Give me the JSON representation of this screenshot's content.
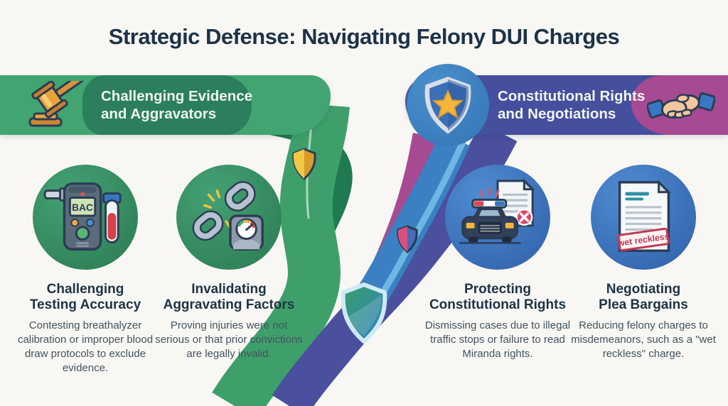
{
  "title": "Strategic Defense: Navigating Felony DUI Charges",
  "sections": [
    {
      "id": "evidence",
      "line1": "Challenging Evidence",
      "line2": "and Aggravators",
      "icon_left": "gavel-icon",
      "icon_right": "magnifying-glass-icon",
      "banner_color": "#41a471",
      "banner_dark_color": "#2b7f5d"
    },
    {
      "id": "rights",
      "line1": "Constitutional Rights",
      "line2": "and Negotiations",
      "icon_left": "shield-star-icon",
      "icon_right": "handshake-icon",
      "banner_color": "#454f9d",
      "banner_accent_color": "#a54a93",
      "badge_circle_color": "#3d82c4"
    }
  ],
  "cards": [
    {
      "heading_line1": "Challenging",
      "heading_line2": "Testing Accuracy",
      "body": "Contesting breathalyzer calibration or improper blood draw protocols to exclude evidence.",
      "icon": "breathalyzer-blood-vial-icon",
      "device_label": "BAC",
      "circle_color": "#35895c"
    },
    {
      "heading_line1": "Invalidating",
      "heading_line2": "Aggravating Factors",
      "body": "Proving injuries were not serious or that prior convictions are legally invalid.",
      "icon": "broken-chain-scale-icon",
      "circle_color": "#35895c"
    },
    {
      "heading_line1": "Protecting",
      "heading_line2": "Constitutional Rights",
      "body": "Dismissing cases due to illegal traffic stops or failure to read Miranda rights.",
      "icon": "police-car-document-icon",
      "circle_color": "#3a72ba"
    },
    {
      "heading_line1": "Negotiating",
      "heading_line2": "Plea Bargains",
      "body": "Reducing felony charges to misdemeanors, such as a \"wet reckless\" charge.",
      "icon": "document-stamp-icon",
      "stamp_text": "wet reckless",
      "circle_color": "#3a72ba"
    }
  ],
  "decor": {
    "shields": [
      "gold-shield-icon",
      "pink-blue-shield-icon",
      "large-teal-shield-icon"
    ],
    "ribbon_colors": {
      "green": "#3f9f6a",
      "dark_green": "#1f7a52",
      "indigo": "#4a4f9e",
      "magenta": "#a64b92",
      "blue": "#3b80c2",
      "light_blue": "#6fb7e3"
    }
  },
  "colors": {
    "background": "#f8f7f4",
    "title_text": "#1d3247",
    "heading_text": "#1d3346",
    "body_text": "#43525f"
  }
}
